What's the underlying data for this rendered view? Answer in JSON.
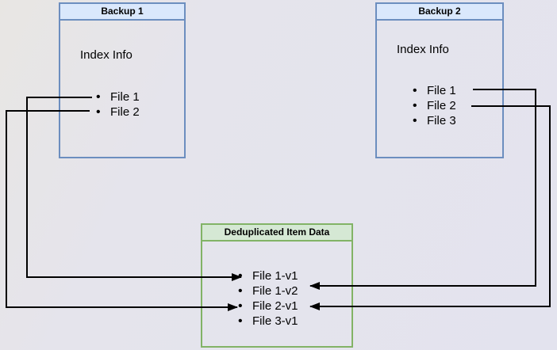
{
  "diagram": {
    "nodes": [
      {
        "id": "backup1",
        "title": "Backup 1",
        "subtitle": "Index Info",
        "items": [
          "File 1",
          "File 2"
        ],
        "header_fill": "#dae8fc",
        "border_color": "#6c8ebf"
      },
      {
        "id": "backup2",
        "title": "Backup 2",
        "subtitle": "Index Info",
        "items": [
          "File 1",
          "File 2",
          "File 3"
        ],
        "header_fill": "#dae8fc",
        "border_color": "#6c8ebf"
      },
      {
        "id": "dedup",
        "title": "Deduplicated Item Data",
        "items": [
          "File 1-v1",
          "File 1-v2",
          "File 2-v1",
          "File 3-v1"
        ],
        "header_fill": "#d5e8d4",
        "border_color": "#82b366"
      }
    ],
    "edges": [
      {
        "id": "backup1-file1-to-file1v1",
        "from": "Backup 1: File 1",
        "to": "File 1-v1"
      },
      {
        "id": "backup1-file2-to-file2v1",
        "from": "Backup 1: File 2",
        "to": "File 2-v1"
      },
      {
        "id": "backup2-file1-to-file1v2",
        "from": "Backup 2: File 1",
        "to": "File 1-v2"
      },
      {
        "id": "backup2-file2-to-file2v1",
        "from": "Backup 2: File 2",
        "to": "File 2-v1"
      }
    ],
    "edge_color": "#000000"
  }
}
